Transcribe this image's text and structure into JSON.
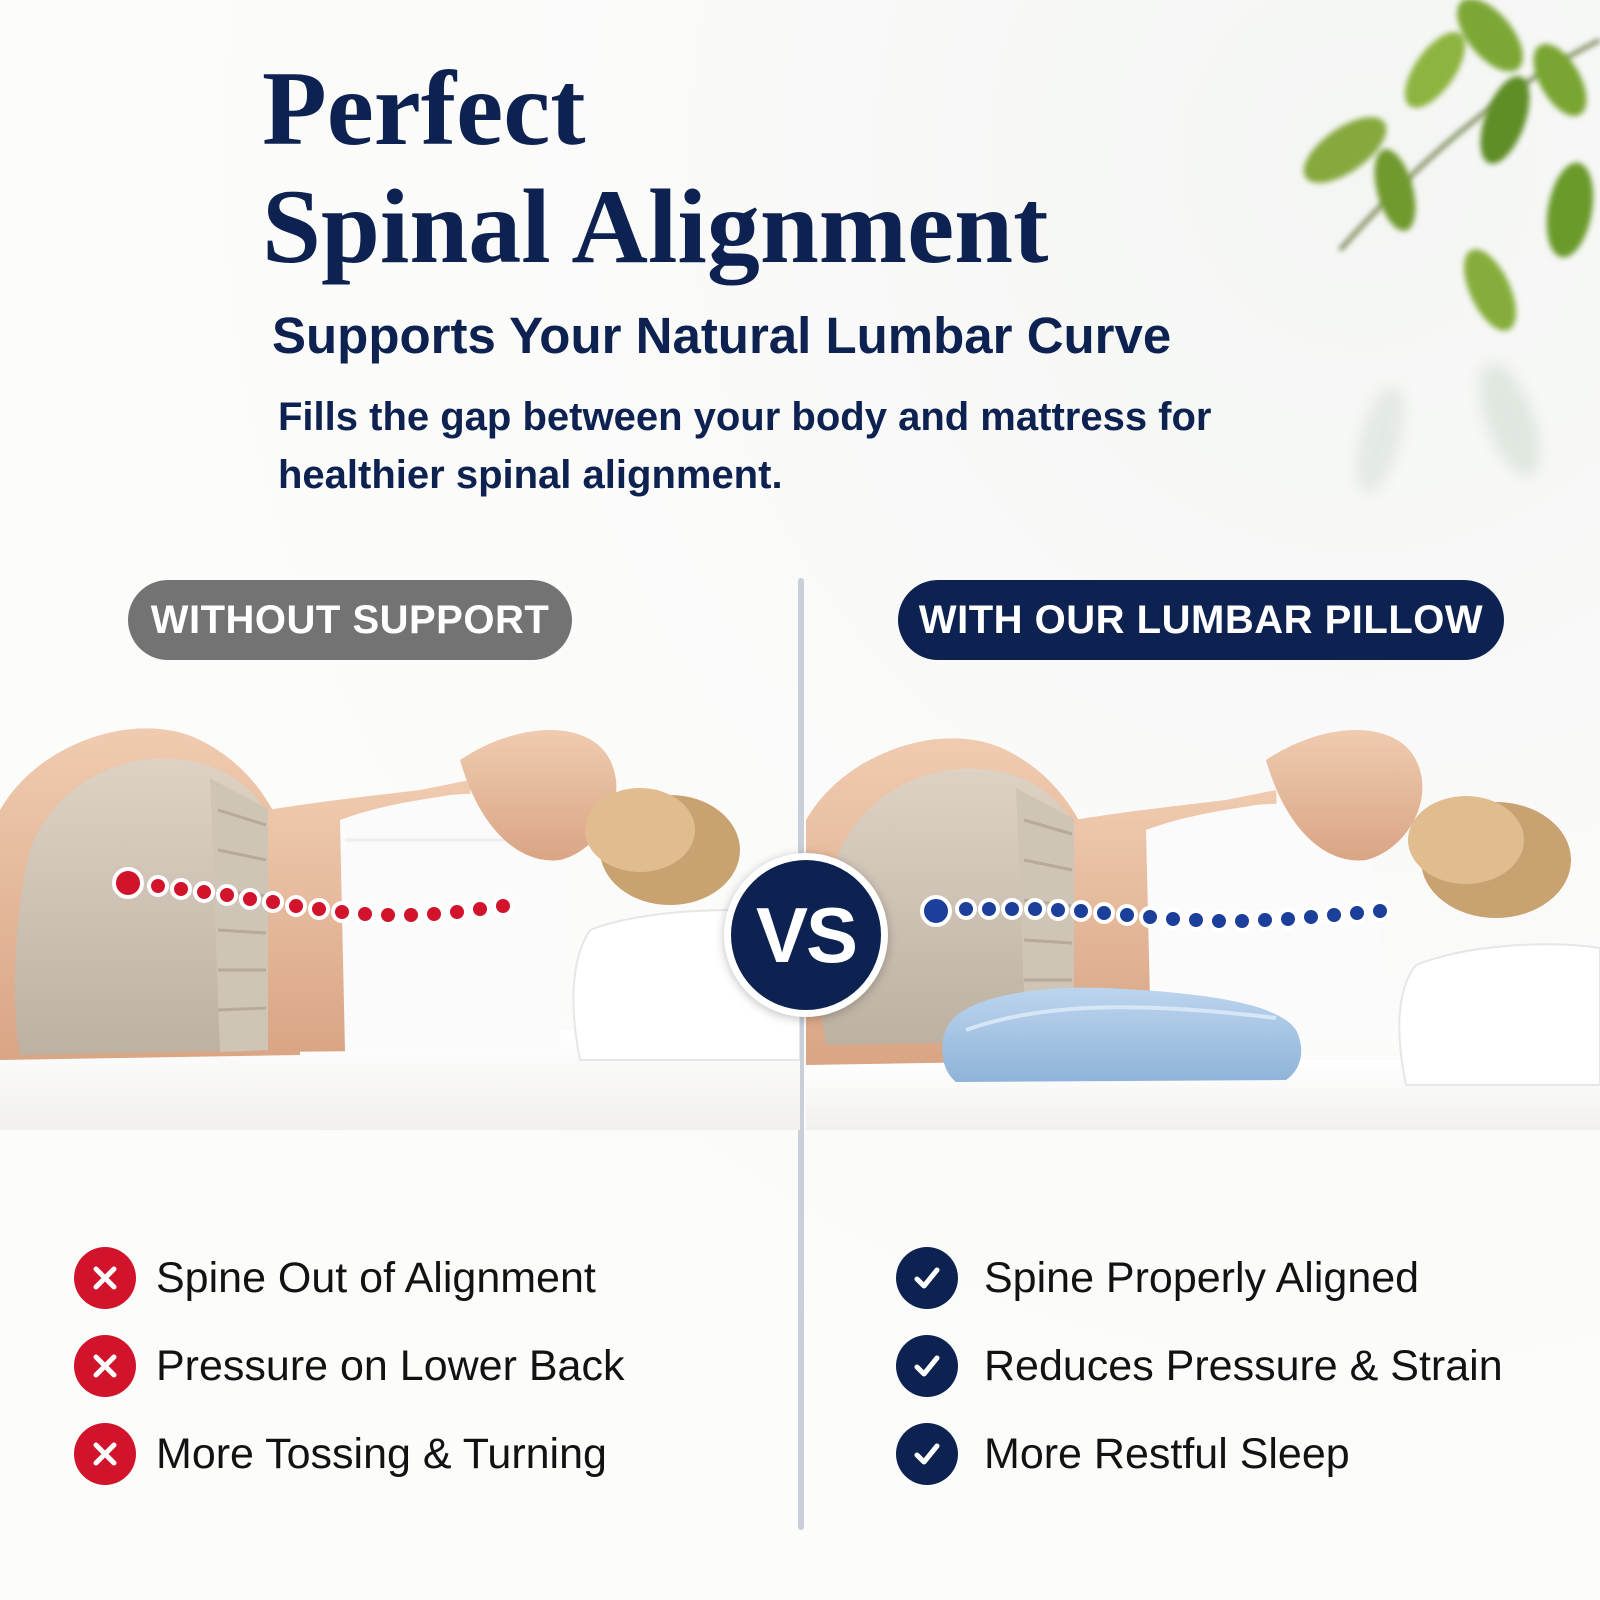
{
  "headline": {
    "line1": "Perfect",
    "line2": "Spinal Alignment",
    "subtitle": "Supports Your Natural Lumbar Curve",
    "description": "Fills the gap between your body and mattress for healthier spinal alignment."
  },
  "comparison": {
    "left_label": "WITHOUT SUPPORT",
    "right_label": "WITH OUR LUMBAR PILLOW",
    "vs_label": "VS"
  },
  "without_support": [
    "Spine Out of Alignment",
    "Pressure on Lower Back",
    "More Tossing & Turning"
  ],
  "with_pillow": [
    "Spine Properly Aligned",
    "Reduces Pressure & Strain",
    "More Restful Sleep"
  ],
  "colors": {
    "navy": "#0d2250",
    "gray_pill": "#737373",
    "red": "#d1142b",
    "spine_blue": "#1b3f9a",
    "pillow_blue": "#a9c8e6"
  }
}
